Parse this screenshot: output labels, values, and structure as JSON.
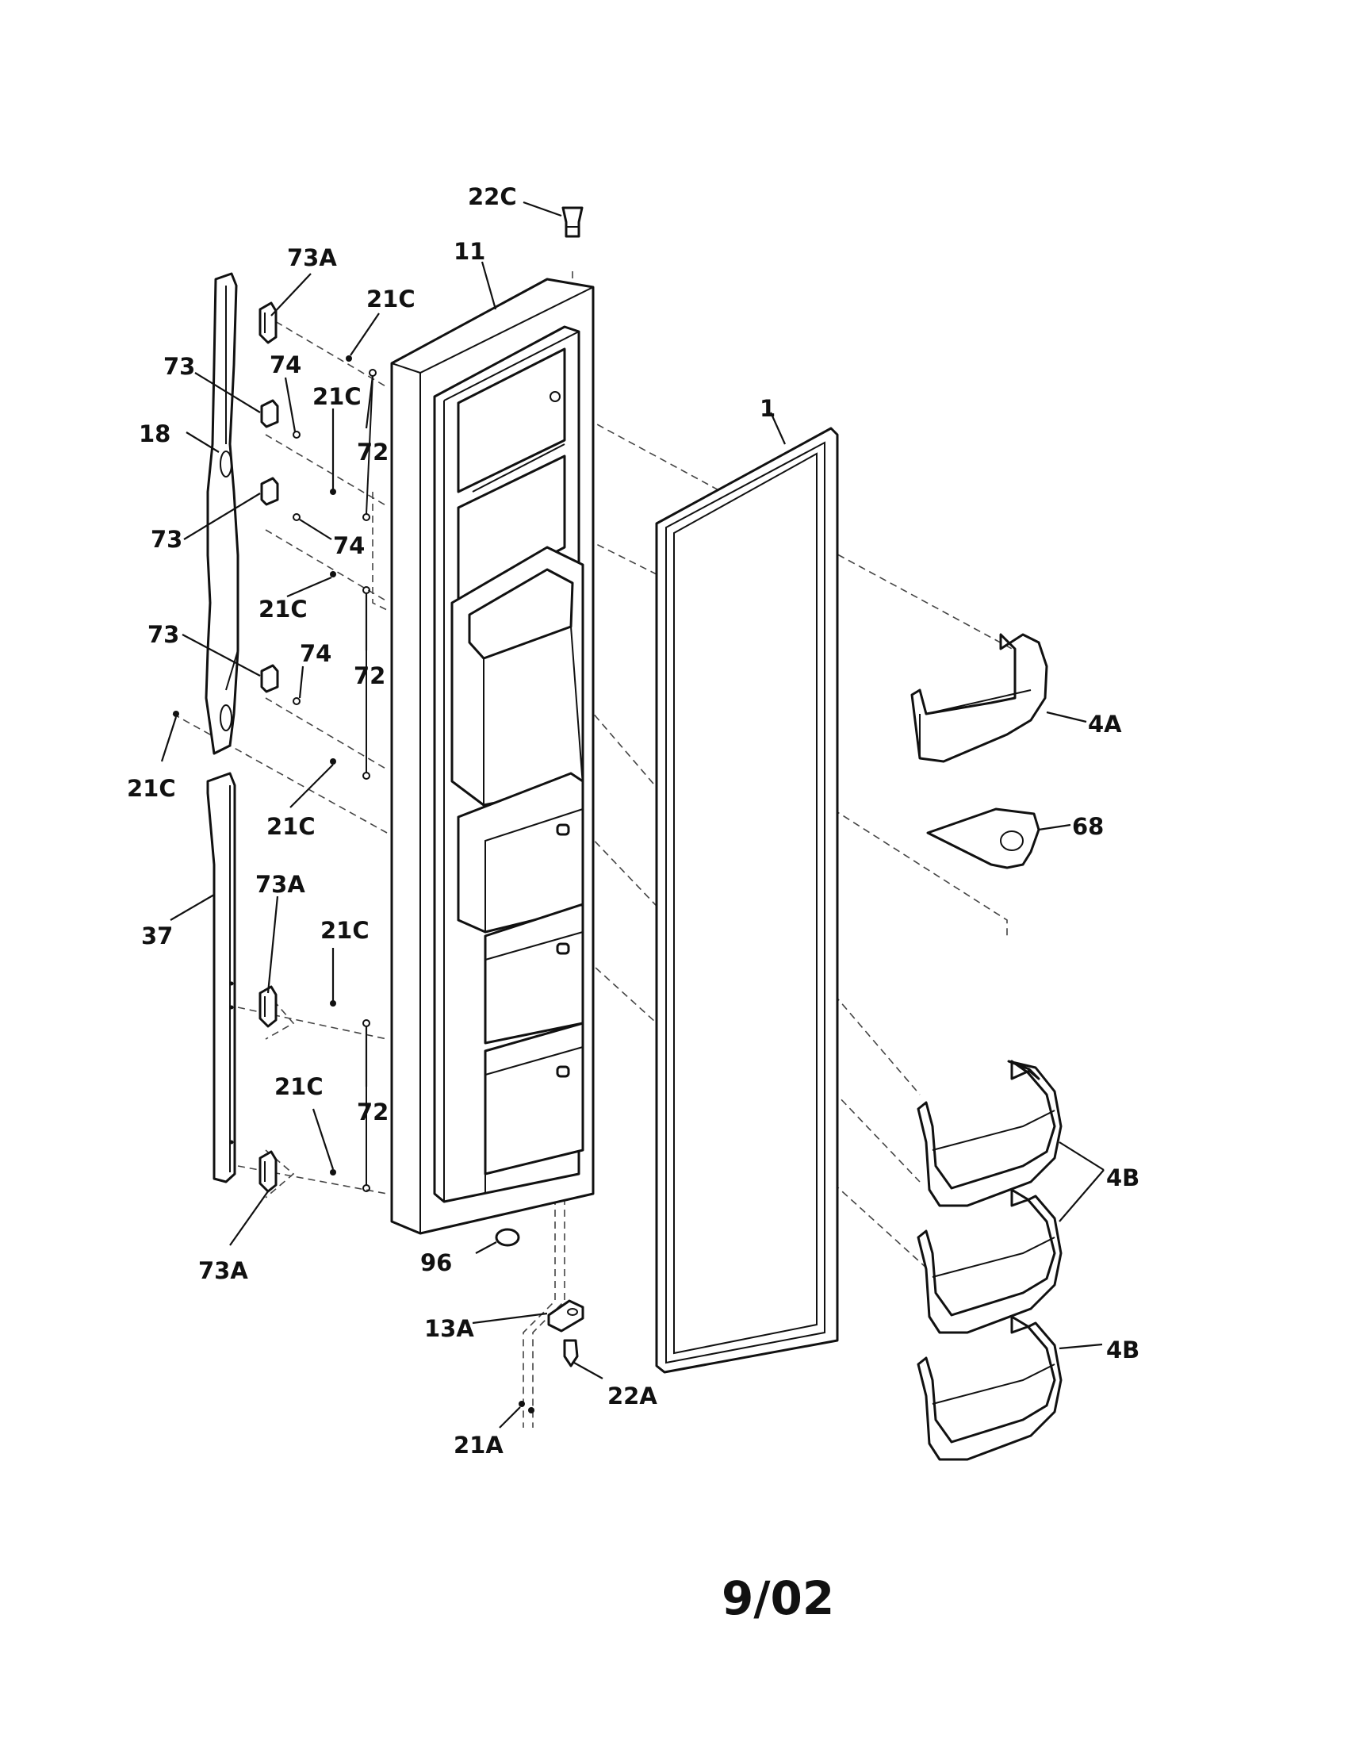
{
  "labels": {
    "l22C": "22C",
    "l11": "11",
    "l73A_top": "73A",
    "l21C_a": "21C",
    "l73_a": "73",
    "l74_a": "74",
    "l21C_b": "21C",
    "l72_a": "72",
    "l18": "18",
    "l1": "1",
    "l73_b": "73",
    "l74_b": "74",
    "l21C_c": "21C",
    "l73_c": "73",
    "l74_c": "74",
    "l72_b": "72",
    "l21C_d": "21C",
    "l21C_e": "21C",
    "l4A": "4A",
    "l68": "68",
    "l73A_mid": "73A",
    "l37": "37",
    "l21C_f": "21C",
    "l21C_g": "21C",
    "l72_c": "72",
    "l4B_a": "4B",
    "l73A_bot": "73A",
    "l96": "96",
    "l13A": "13A",
    "l22A": "22A",
    "l4B_b": "4B",
    "l21A": "21A"
  },
  "footer": {
    "date_code": "9/02"
  }
}
